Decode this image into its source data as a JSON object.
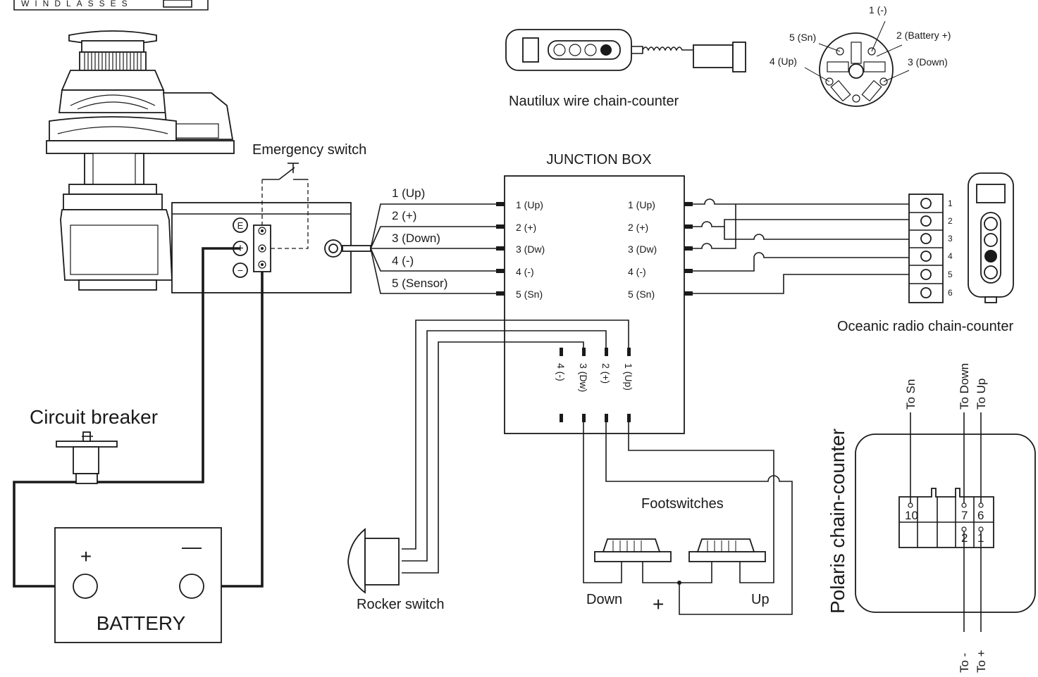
{
  "brand": {
    "name": "WINDLASSES"
  },
  "labels": {
    "emergency_switch": "Emergency switch",
    "junction_box": "JUNCTION BOX",
    "nautilux": "Nautilux wire chain-counter",
    "oceanic": "Oceanic radio chain-counter",
    "circuit_breaker": "Circuit breaker",
    "battery": "BATTERY",
    "battery_plus": "+",
    "battery_minus": "—",
    "rocker_switch": "Rocker switch",
    "footswitches": "Footswitches",
    "foot_down": "Down",
    "foot_up": "Up",
    "foot_plus": "+",
    "polaris": "Polaris chain-counter"
  },
  "motor_terminals": {
    "e": "E",
    "plus": "+",
    "minus": "−"
  },
  "cable_wires": [
    "1 (Up)",
    "2 (+)",
    "3 (Down)",
    "4 (-)",
    "5 (Sensor)"
  ],
  "jb_left": [
    "1 (Up)",
    "2 (+)",
    "3 (Dw)",
    "4 (-)",
    "5 (Sn)"
  ],
  "jb_right": [
    "1 (Up)",
    "2 (+)",
    "3 (Dw)",
    "4 (-)",
    "5 (Sn)"
  ],
  "jb_bottom": [
    "4 (-)",
    "3 (Dw)",
    "2 (+)",
    "1 (Up)"
  ],
  "connector_pins": {
    "p1": "1 (-)",
    "p2": "2 (Battery +)",
    "p3": "3 (Down)",
    "p4": "4 (Up)",
    "p5": "5 (Sn)"
  },
  "oceanic_terminals": [
    "1",
    "2",
    "3",
    "4",
    "5",
    "6"
  ],
  "polaris": {
    "top_labels": [
      "To Sn",
      "To Down",
      "To Up"
    ],
    "bottom_labels": [
      "To -",
      "To +"
    ],
    "pins": [
      "10",
      "7",
      "6",
      "2",
      "1"
    ]
  }
}
